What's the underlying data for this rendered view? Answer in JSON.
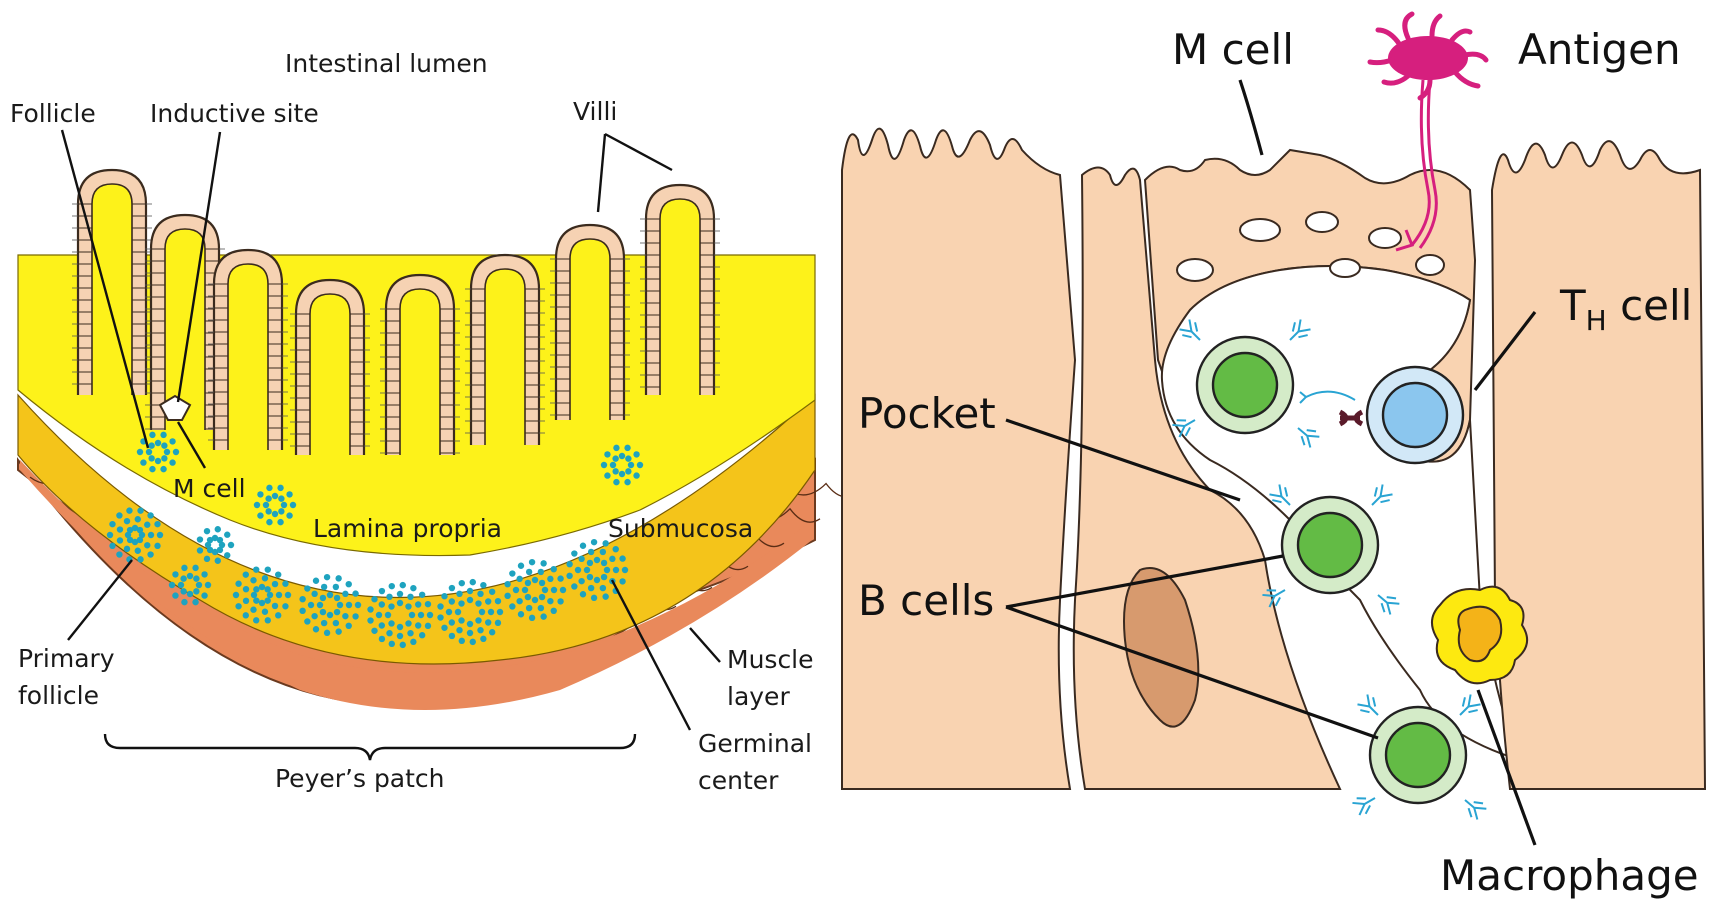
{
  "left_panel": {
    "labels": {
      "intestinal_lumen": "Intestinal lumen",
      "follicle": "Follicle",
      "inductive_site": "Inductive site",
      "villi": "Villi",
      "m_cell": "M cell",
      "lamina_propria": "Lamina propria",
      "submucosa": "Submucosa",
      "primary_follicle_1": "Primary",
      "primary_follicle_2": "follicle",
      "muscle_layer_1": "Muscle",
      "muscle_layer_2": "layer",
      "germinal_center_1": "Germinal",
      "germinal_center_2": "center",
      "peyers_patch": "Peyer’s patch"
    }
  },
  "right_panel": {
    "labels": {
      "m_cell": "M cell",
      "antigen": "Antigen",
      "th_cell_main": "T",
      "th_cell_sub": "H",
      "th_cell_suffix": " cell",
      "pocket": "Pocket",
      "b_cells": "B cells",
      "macrophage": "Macrophage"
    }
  },
  "colors": {
    "villus_fill": "#f6d2b3",
    "lamina_propria": "#fdf21a",
    "submucosa": "#f4c41a",
    "muscle": "#e9895b",
    "follicle_dots": "#1ea3bf",
    "tissue": "#f9d3b1",
    "b_cell_outer": "#d4ebc8",
    "b_cell_nucleus": "#63bb45",
    "th_cell_outer": "#d2e8f7",
    "th_cell_nucleus": "#8bc6ee",
    "macrophage": "#fde910",
    "antigen": "#d61f7e",
    "antibody": "#29a4d3"
  }
}
